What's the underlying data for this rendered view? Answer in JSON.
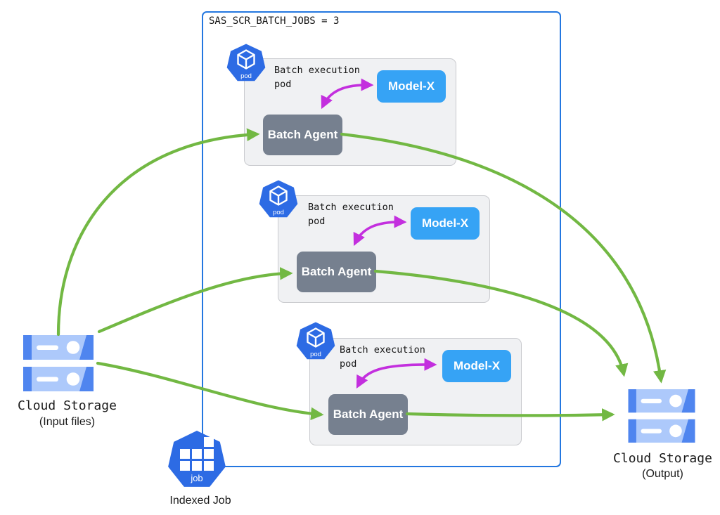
{
  "boundary": {
    "title": "SAS_SCR_BATCH_JOBS = 3"
  },
  "pods": [
    {
      "icon_label": "pod",
      "label": "Batch execution pod",
      "agent_label": "Batch Agent",
      "model_label": "Model-X"
    },
    {
      "icon_label": "pod",
      "label": "Batch execution pod",
      "agent_label": "Batch Agent",
      "model_label": "Model-X"
    },
    {
      "icon_label": "pod",
      "label": "Batch execution pod",
      "agent_label": "Batch Agent",
      "model_label": "Model-X"
    }
  ],
  "job": {
    "icon_label": "job",
    "label": "Indexed Job"
  },
  "input_storage": {
    "name": "Cloud Storage",
    "qualifier": "(Input files)"
  },
  "output_storage": {
    "name": "Cloud Storage",
    "qualifier": "(Output)"
  },
  "colors": {
    "flow_arrow_green": "#72B843",
    "model_link_magenta": "#C32FDE",
    "jobs_boundary_blue": "#2377E0",
    "kubernetes_blue": "#2D6BE4",
    "model_box_blue": "#36A3F5",
    "agent_box_gray": "#76808F",
    "pod_box_bg": "#F0F1F3",
    "storage_light_blue": "#ADC9FB",
    "storage_dark_blue": "#4F85EF"
  }
}
